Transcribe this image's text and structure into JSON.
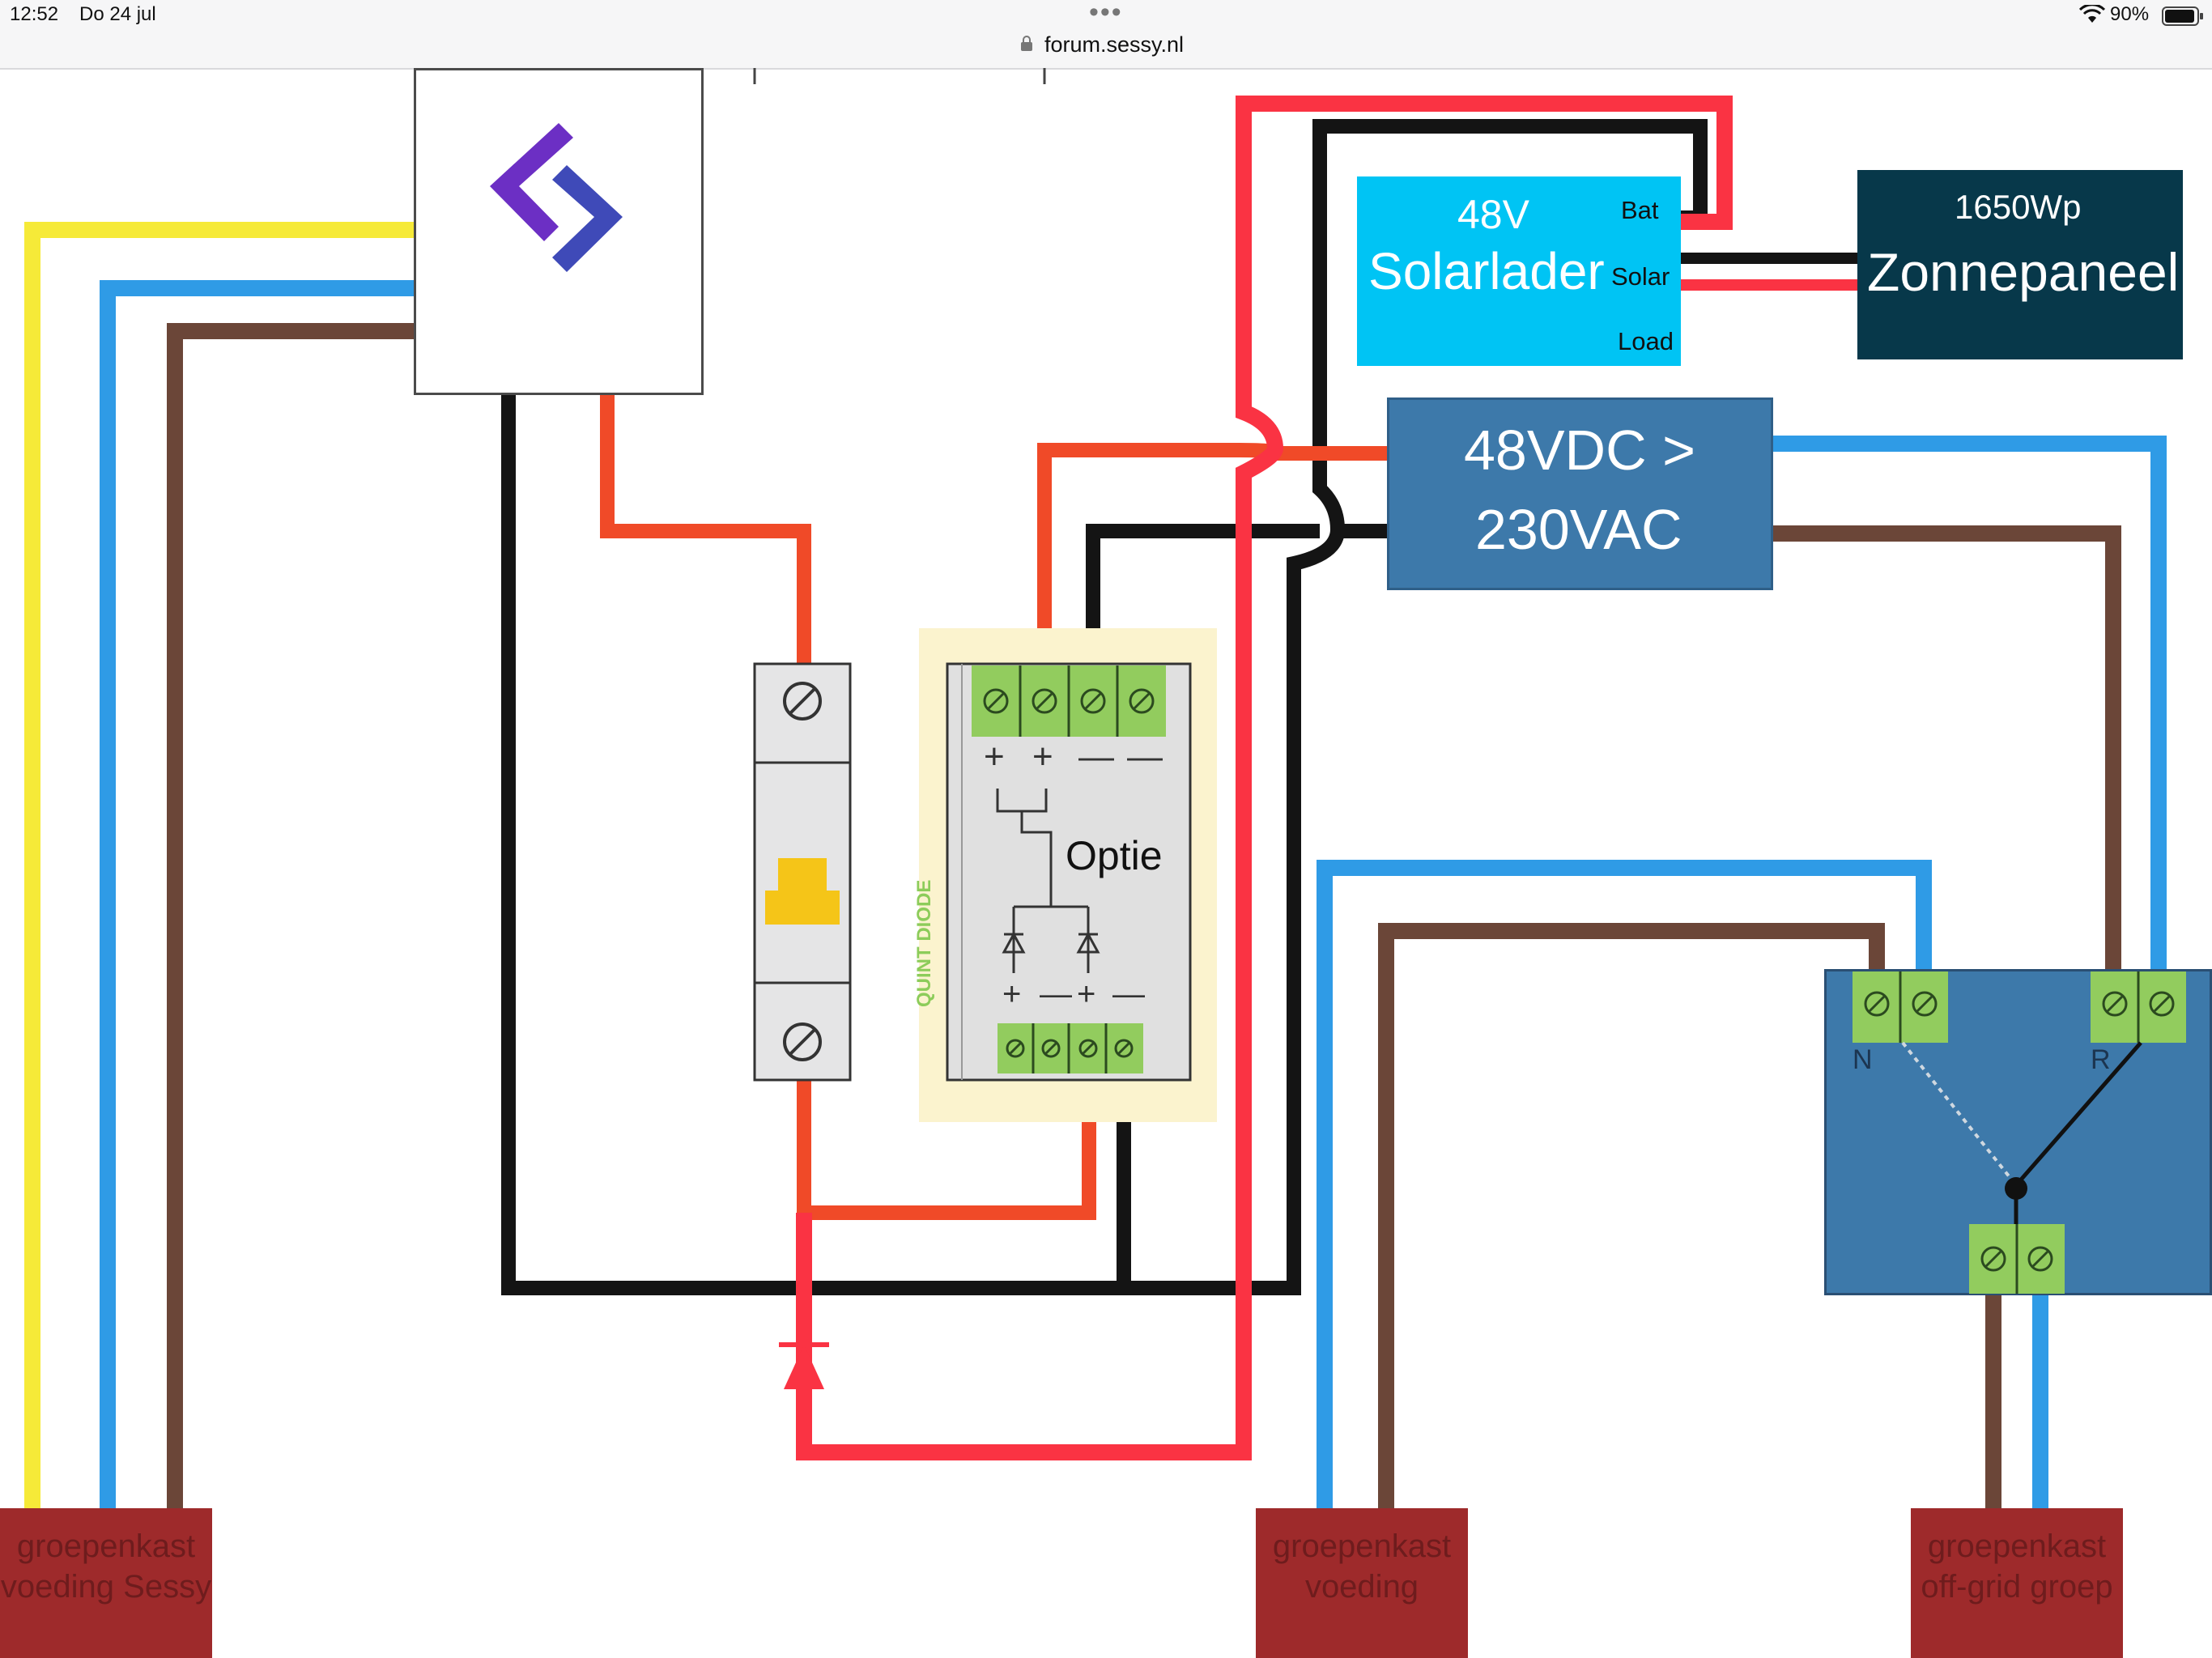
{
  "status_bar": {
    "time": "12:52",
    "date": "Do 24 jul",
    "url": "forum.sessy.nl",
    "battery_percent": "90%",
    "icons": [
      "lock-icon",
      "wifi-icon",
      "battery-icon",
      "more-dots-icon"
    ]
  },
  "diagram": {
    "solar_charger": {
      "voltage": "48V",
      "name": "Solarlader",
      "terminal_bat": "Bat",
      "terminal_solar": "Solar",
      "terminal_load": "Load"
    },
    "solar_panel": {
      "power": "1650Wp",
      "name": "Zonnepaneel"
    },
    "inverter": {
      "line1": "48VDC >",
      "line2": "230VAC"
    },
    "diode_module": {
      "label": "Optie",
      "brand": "QUINT DIODE",
      "top_signs": [
        "+",
        "+",
        "—",
        "—"
      ],
      "bottom_signs": [
        "+",
        "—",
        "+",
        "—"
      ]
    },
    "changeover_switch": {
      "left_label": "N",
      "right_label": "R"
    },
    "groups": [
      {
        "line1": "groepenkast",
        "line2": "voeding Sessy"
      },
      {
        "line1": "groepenkast",
        "line2": "voeding"
      },
      {
        "line1": "groepenkast",
        "line2": "off-grid groep"
      }
    ],
    "colors": {
      "red_wire": "#fa3343",
      "orange_wire": "#f04a28",
      "black_wire": "#141414",
      "blue_wire": "#2f9be6",
      "brown_wire": "#6b4638",
      "yellow_wire": "#f6ea38",
      "terminal_green": "#92cc5e",
      "breaker_handle": "#f5c518",
      "sessy_purple": "#6c2fc4",
      "sessy_blue": "#3f4ab8"
    }
  }
}
